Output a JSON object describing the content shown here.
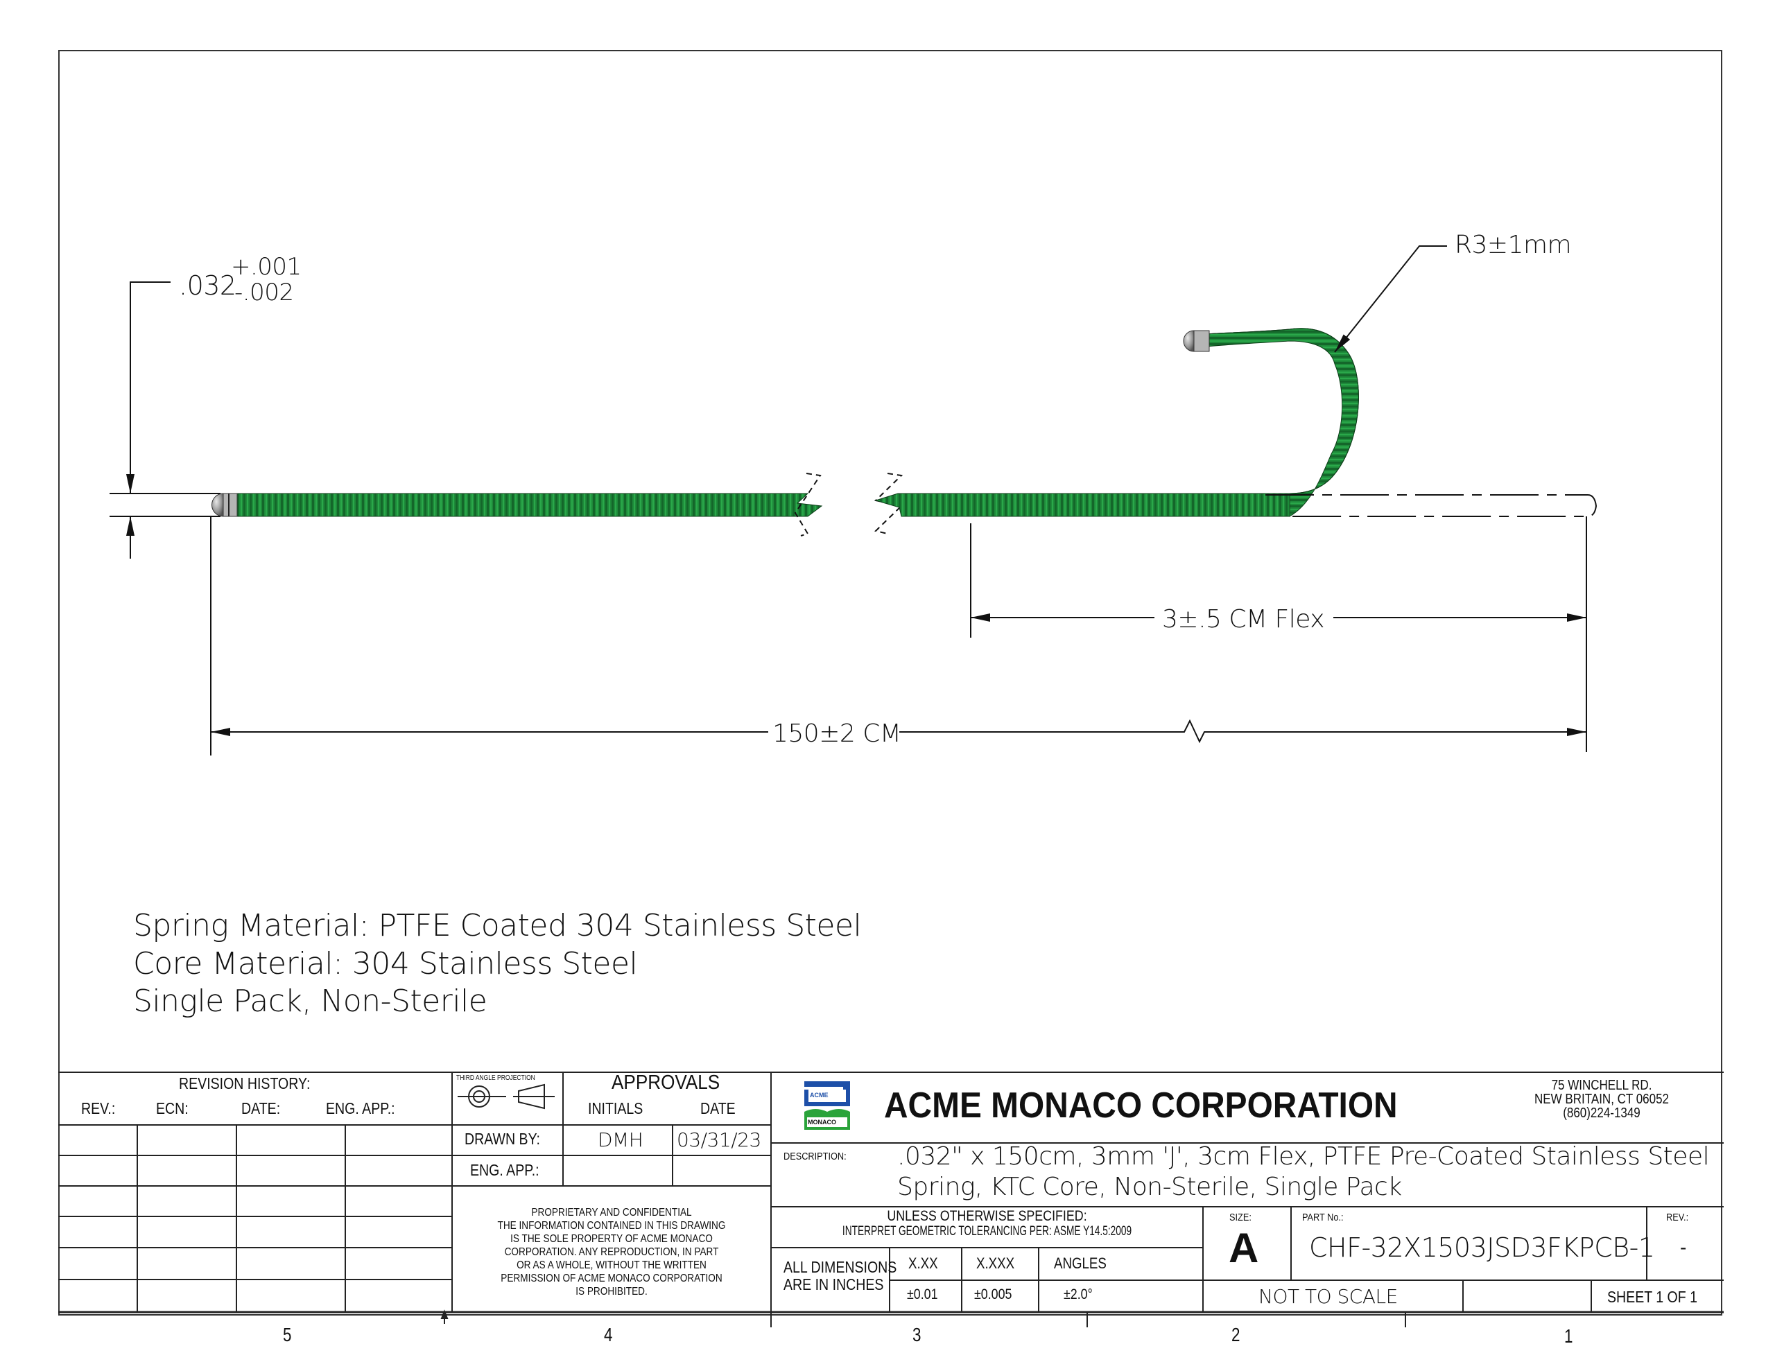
{
  "drawing": {
    "diameter_dim": {
      "nominal": ".032",
      "upper_tol": "+.001",
      "lower_tol": "-.002"
    },
    "radius_callout": "R3±1mm",
    "flex_dim": "3±.5 CM Flex",
    "length_dim": "150±2 CM",
    "spring_color": "#1e8a3a",
    "notes": [
      "Spring Material: PTFE Coated 304 Stainless Steel",
      "Core Material:  304 Stainless Steel",
      "Single Pack, Non-Sterile"
    ]
  },
  "revision_history": {
    "title": "REVISION HISTORY:",
    "columns": [
      "REV.:",
      "ECN:",
      "DATE:",
      "ENG. APP.:"
    ],
    "rows": [
      [
        "",
        "",
        "",
        ""
      ],
      [
        "",
        "",
        "",
        ""
      ],
      [
        "",
        "",
        "",
        ""
      ],
      [
        "",
        "",
        "",
        ""
      ],
      [
        "",
        "",
        "",
        ""
      ],
      [
        "",
        "",
        "",
        ""
      ]
    ]
  },
  "projection": {
    "label": "THIRD ANGLE PROJECTION"
  },
  "approvals": {
    "title": "APPROVALS",
    "col_initials": "INITIALS",
    "col_date": "DATE",
    "drawn_by_label": "DRAWN BY:",
    "drawn_by_initials": "DMH",
    "drawn_by_date": "03/31/23",
    "eng_app_label": "ENG. APP.:",
    "eng_app_initials": "",
    "eng_app_date": ""
  },
  "proprietary": {
    "lines": [
      "PROPRIETARY AND CONFIDENTIAL",
      "THE INFORMATION CONTAINED IN THIS DRAWING",
      "IS THE SOLE PROPERTY OF ACME MONACO",
      "CORPORATION.  ANY REPRODUCTION, IN PART",
      "OR AS A WHOLE, WITHOUT THE WRITTEN",
      "PERMISSION OF ACME MONACO CORPORATION",
      "IS PROHIBITED."
    ]
  },
  "company": {
    "logo_top": "ACME",
    "logo_bottom": "MONACO",
    "logo_blue": "#1d4fa8",
    "logo_green": "#2aa33a",
    "name": "ACME MONACO CORPORATION",
    "address_line1": "75 WINCHELL RD.",
    "address_line2": "NEW BRITAIN, CT 06052",
    "phone": "(860)224-1349"
  },
  "description": {
    "label": "DESCRIPTION:",
    "line1": ".032\" x 150cm, 3mm 'J', 3cm Flex, PTFE Pre-Coated Stainless Steel",
    "line2": "Spring, KTC Core, Non-Sterile, Single Pack"
  },
  "tolerances": {
    "header1": "UNLESS OTHERWISE SPECIFIED:",
    "header2": "INTERPRET GEOMETRIC TOLERANCING PER: ASME Y14.5:2009",
    "units_line1": "ALL DIMENSIONS",
    "units_line2": "ARE IN INCHES",
    "cols": [
      {
        "label": "X.XX",
        "value": "±0.01"
      },
      {
        "label": "X.XXX",
        "value": "±0.005"
      },
      {
        "label": "ANGLES",
        "value": "±2.0°"
      }
    ]
  },
  "title_block": {
    "size_label": "SIZE:",
    "size_value": "A",
    "part_label": "PART No.:",
    "part_value": "CHF-32X1503JSD3FKPCB-1",
    "rev_label": "REV.:",
    "rev_value": "-",
    "scale": "NOT TO SCALE",
    "sheet": "SHEET 1 OF 1"
  },
  "zone_numbers": [
    "5",
    "4",
    "3",
    "2",
    "1"
  ]
}
